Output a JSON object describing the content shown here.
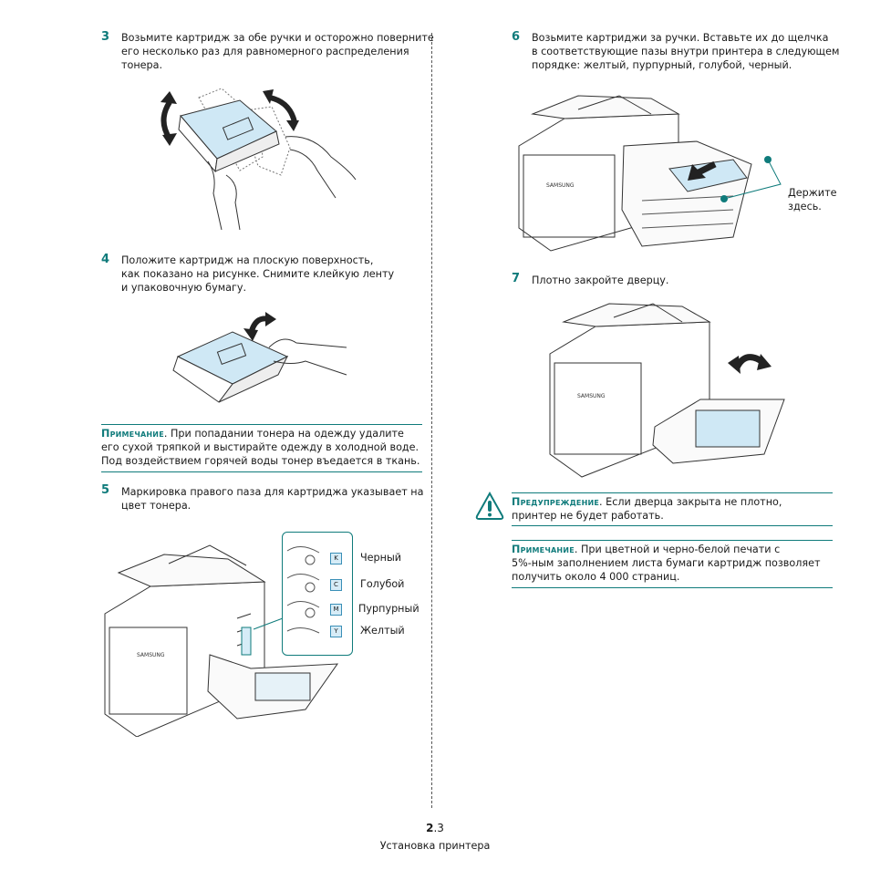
{
  "steps": {
    "s3": {
      "num": "3",
      "l1": "Возьмите картридж за обе ручки и осторожно поверните",
      "l2": "его несколько раз для равномерного распределения",
      "l3": "тонера."
    },
    "s4": {
      "num": "4",
      "l1": "Положите картридж на плоскую поверхность,",
      "l2": "как показано на рисунке. Снимите клейкую ленту",
      "l3": "и упаковочную бумагу."
    },
    "s5": {
      "num": "5",
      "l1": "Маркировка правого паза для картриджа указывает на",
      "l2": "цвет тонера."
    },
    "s6": {
      "num": "6",
      "l1": "Возьмите картриджи за ручки. Вставьте их до щелчка",
      "l2": "в соответствующие пазы внутри принтера в следующем",
      "l3": "порядке: желтый, пурпурный, голубой, черный."
    },
    "s7": {
      "num": "7",
      "l1": "Плотно закройте дверцу."
    }
  },
  "note1": {
    "title": "Примечание",
    "l1": ". При попадании тонера на одежду удалите",
    "l2": "его сухой тряпкой и выстирайте одежду в холодной воде.",
    "l3": "Под воздействием горячей воды тонер въедается в ткань."
  },
  "warning": {
    "title": "Предупреждение",
    "l1": ". Если дверца закрыта не плотно,",
    "l2": "принтер не будет работать."
  },
  "note2": {
    "title": "Примечание",
    "l1": ". При цветной и черно-белой печати с",
    "l2": "5%-ным заполнением листа бумаги картридж позволяет",
    "l3": "получить около 4 000 страниц."
  },
  "slot_labels": {
    "black": "Черный",
    "cyan": "Голубой",
    "magenta": "Пурпурный",
    "yellow": "Желтый"
  },
  "slot_letters": {
    "k": "K",
    "c": "C",
    "m": "M",
    "y": "Y"
  },
  "hold_here": {
    "l1": "Держите",
    "l2": "здесь."
  },
  "brand": "SAMSUNG",
  "footer": {
    "chapter": "2",
    "page": ".3",
    "title": "Установка принтера"
  },
  "colors": {
    "accent": "#0f7b7b",
    "cartridge": "#cfe8f5",
    "slot_label_bg": "#d6ecf7"
  }
}
